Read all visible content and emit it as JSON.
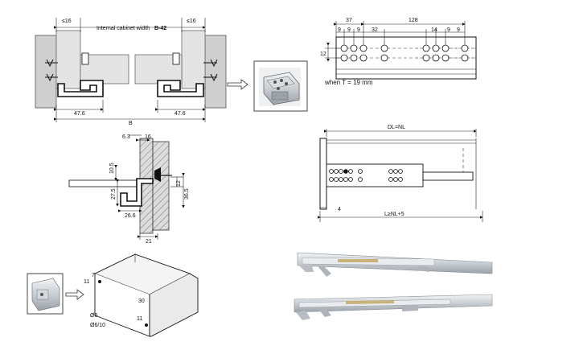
{
  "top_left": {
    "dim_left": "≤16",
    "dim_right": "≤16",
    "internal_width": "Internal cabinet width",
    "internal_formula": "B-42",
    "rail_left": "47.6",
    "rail_right": "47.6",
    "overall": "B"
  },
  "top_right": {
    "d37": "37",
    "d128": "128",
    "d9a": "9",
    "d9b": "9",
    "d9c": "9",
    "d32": "32",
    "d14": "14",
    "d9d": "9",
    "d9e": "9",
    "d12": "12",
    "note": "when T = 19 mm"
  },
  "mid_left": {
    "d63": "6.3",
    "d16": "16",
    "d105": "10.5",
    "d12": "12",
    "d275": "27.5",
    "d365": "36.5",
    "d266": "26.6",
    "d21": "21"
  },
  "mid_right": {
    "dl": "DL=NL",
    "d4": "4",
    "lnl": "L≥NL+5"
  },
  "bottom_left": {
    "d11": "11",
    "d7": "7",
    "d30": "30",
    "d6": "Ø6",
    "d610": "Ø6/10",
    "d11b": "11"
  },
  "colors": {
    "line": "#111111",
    "panel": "#e4e4e4",
    "wall": "#cfcfcf",
    "metal": "#c8cdd2"
  }
}
